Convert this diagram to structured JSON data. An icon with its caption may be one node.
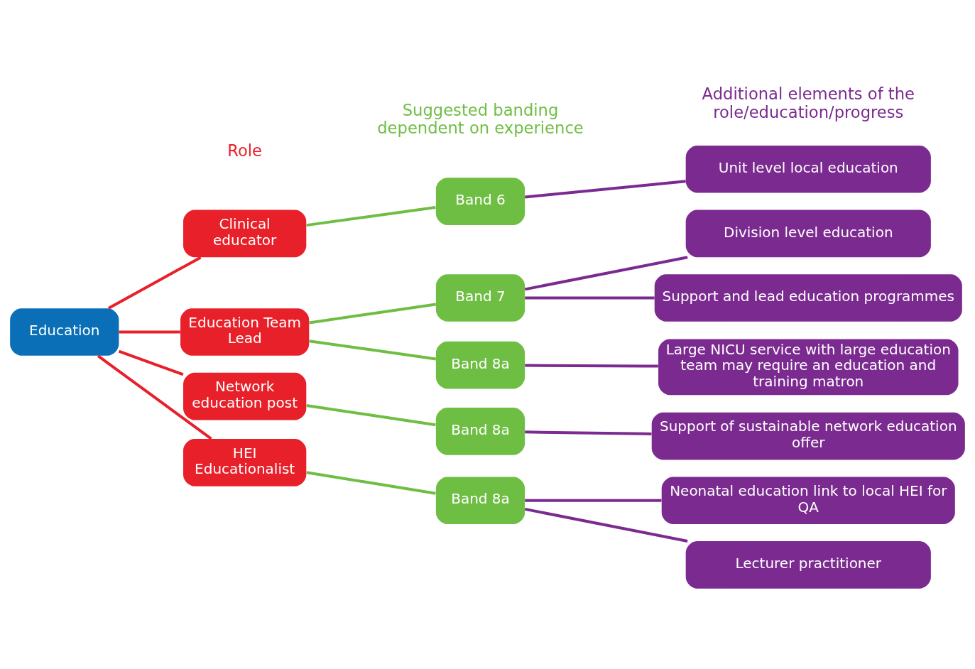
{
  "diagram": {
    "nodes": [
      {
        "text": [
          "Education"
        ]
      },
      {
        "text": [
          "Clinical educator"
        ]
      },
      {
        "text": [
          "Education Team Lead"
        ]
      },
      {
        "text": [
          "Network education post"
        ]
      },
      {
        "text": [
          "HEI Educationalist"
        ]
      },
      {
        "text": [
          "Band 6"
        ]
      },
      {
        "text": [
          "Band 7"
        ]
      },
      {
        "text": [
          "Band 8a"
        ]
      },
      {
        "text": [
          "Band 8a"
        ]
      },
      {
        "text": [
          "Band 8a"
        ]
      },
      {
        "text": [
          "Unit level local education"
        ]
      },
      {
        "text": [
          "Division level education"
        ]
      },
      {
        "text": [
          "Support and lead education programmes"
        ]
      },
      {
        "text": [
          "Large NICU service with large education team may require an education and training matron"
        ]
      },
      {
        "text": [
          "Support of sustainable network education offer"
        ]
      },
      {
        "text": [
          "Neonatal education link to local HEI for QA"
        ]
      },
      {
        "text": [
          "Lecturer practitioner"
        ]
      }
    ],
    "edges": [
      {
        "from": 0,
        "to": 1,
        "arrow": "none",
        "color": "#e8202a"
      },
      {
        "from": 0,
        "to": 2,
        "arrow": "none",
        "color": "#e8202a"
      },
      {
        "from": 0,
        "to": 3,
        "arrow": "none",
        "color": "#e8202a"
      },
      {
        "from": 0,
        "to": 4,
        "arrow": "none",
        "color": "#e8202a"
      },
      {
        "from": 1,
        "to": 5,
        "arrow": "none",
        "color": "#6fbe44"
      },
      {
        "from": 2,
        "to": 6,
        "arrow": "none",
        "color": "#6fbe44"
      },
      {
        "from": 2,
        "to": 7,
        "arrow": "none",
        "color": "#6fbe44"
      },
      {
        "from": 3,
        "to": 8,
        "arrow": "none",
        "color": "#6fbe44"
      },
      {
        "from": 4,
        "to": 9,
        "arrow": "none",
        "color": "#6fbe44"
      },
      {
        "from": 5,
        "to": 10,
        "arrow": "none"
      },
      {
        "from": 6,
        "to": 11,
        "arrow": "none"
      },
      {
        "from": 6,
        "to": 12,
        "arrow": "none"
      },
      {
        "from": 7,
        "to": 13,
        "arrow": "none"
      },
      {
        "from": 8,
        "to": 14,
        "arrow": "none"
      },
      {
        "from": 9,
        "to": 15,
        "arrow": "none"
      },
      {
        "from": 9,
        "to": 16,
        "arrow": "none"
      }
    ],
    "labels": [
      "Role",
      "Suggested banding dependent on experience",
      "Additional elements of the role/education/progress"
    ]
  }
}
